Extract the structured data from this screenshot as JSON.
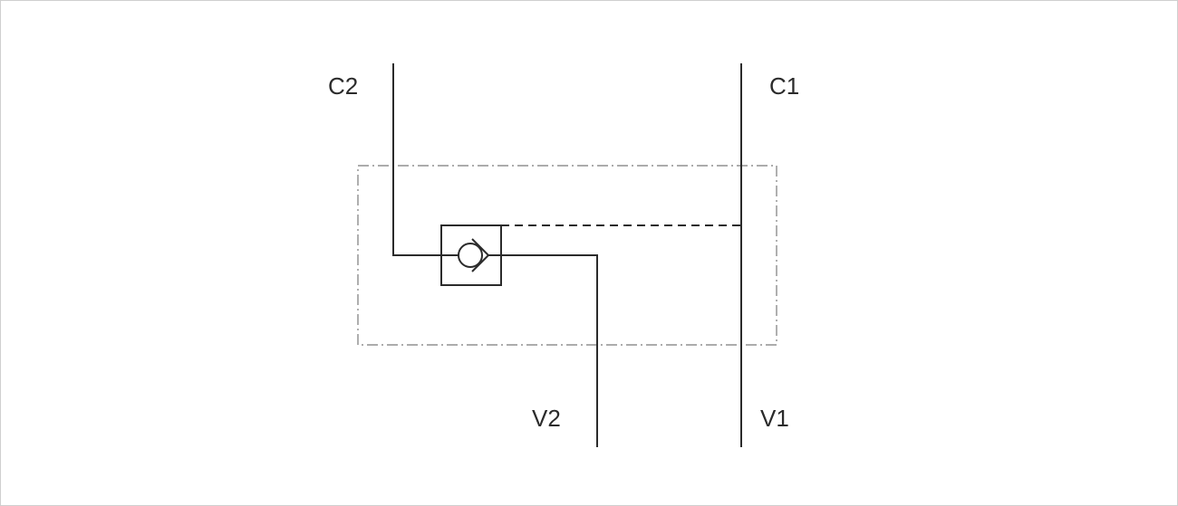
{
  "diagram": {
    "labels": {
      "c2": "C2",
      "c1": "C1",
      "v2": "V2",
      "v1": "V1"
    },
    "components": {
      "check_valve": "check-valve",
      "pilot_line": "pilot-line",
      "valve_body": "valve-body-boundary"
    },
    "colors": {
      "line": "#2b2b2b",
      "boundary": "#7a7a7a",
      "frame": "#cfcfcf"
    }
  }
}
